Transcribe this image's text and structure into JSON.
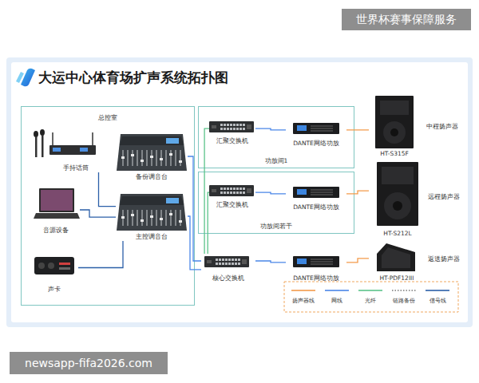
{
  "diagram": {
    "title": "大运中心体育场扩声系统拓扑图",
    "nodes": [
      {
        "text": [
          "总控室"
        ]
      },
      {
        "text": [
          "手持话筒"
        ],
        "in": 0
      },
      {
        "text": [
          "备份调音台"
        ],
        "in": 0
      },
      {
        "text": [
          "音源设备"
        ],
        "in": 0
      },
      {
        "text": [
          "主控调音台"
        ],
        "in": 0
      },
      {
        "text": [
          "声卡"
        ],
        "in": 0
      },
      {
        "text": [
          "功放间1"
        ]
      },
      {
        "text": [
          "汇聚交换机"
        ],
        "in": 6
      },
      {
        "text": [
          "DANTE网络功放"
        ],
        "in": 6
      },
      {
        "text": [
          "功放间若干"
        ]
      },
      {
        "text": [
          "汇聚交换机"
        ],
        "in": 9
      },
      {
        "text": [
          "DANTE网络功放"
        ],
        "in": 9
      },
      {
        "text": [
          "核心交换机"
        ]
      },
      {
        "text": [
          "DANTE网络功放"
        ]
      },
      {
        "text": [
          "HT-S315F",
          "中程扬声器"
        ]
      },
      {
        "text": [
          "HT-S212L",
          "远程扬声器"
        ]
      },
      {
        "text": [
          "HT-PDF12III",
          "返送扬声器"
        ]
      }
    ],
    "edges": [
      {
        "from": 1,
        "to": 4,
        "arrow": "none"
      },
      {
        "from": 3,
        "to": 4,
        "arrow": "none"
      },
      {
        "from": 5,
        "to": 4,
        "arrow": "none"
      },
      {
        "from": 2,
        "to": 12,
        "arrow": "none"
      },
      {
        "from": 4,
        "to": 12,
        "arrow": "none"
      },
      {
        "from": 12,
        "to": 7,
        "arrow": "none"
      },
      {
        "from": 12,
        "to": 10,
        "arrow": "none"
      },
      {
        "from": 7,
        "to": 8,
        "arrow": "none"
      },
      {
        "from": 10,
        "to": 11,
        "arrow": "none"
      },
      {
        "from": 12,
        "to": 13,
        "arrow": "none"
      },
      {
        "from": 8,
        "to": 14,
        "arrow": "none"
      },
      {
        "from": 11,
        "to": 15,
        "arrow": "none"
      },
      {
        "from": 13,
        "to": 16,
        "arrow": "none"
      }
    ],
    "labels": [
      "世界杯赛事保障服务",
      "newsapp-fifa2026.com"
    ],
    "legend": [
      {
        "text": "扬声器线"
      },
      {
        "text": "网线"
      },
      {
        "text": "光纤"
      },
      {
        "text": "链路备份"
      },
      {
        "text": "信号线"
      }
    ]
  }
}
